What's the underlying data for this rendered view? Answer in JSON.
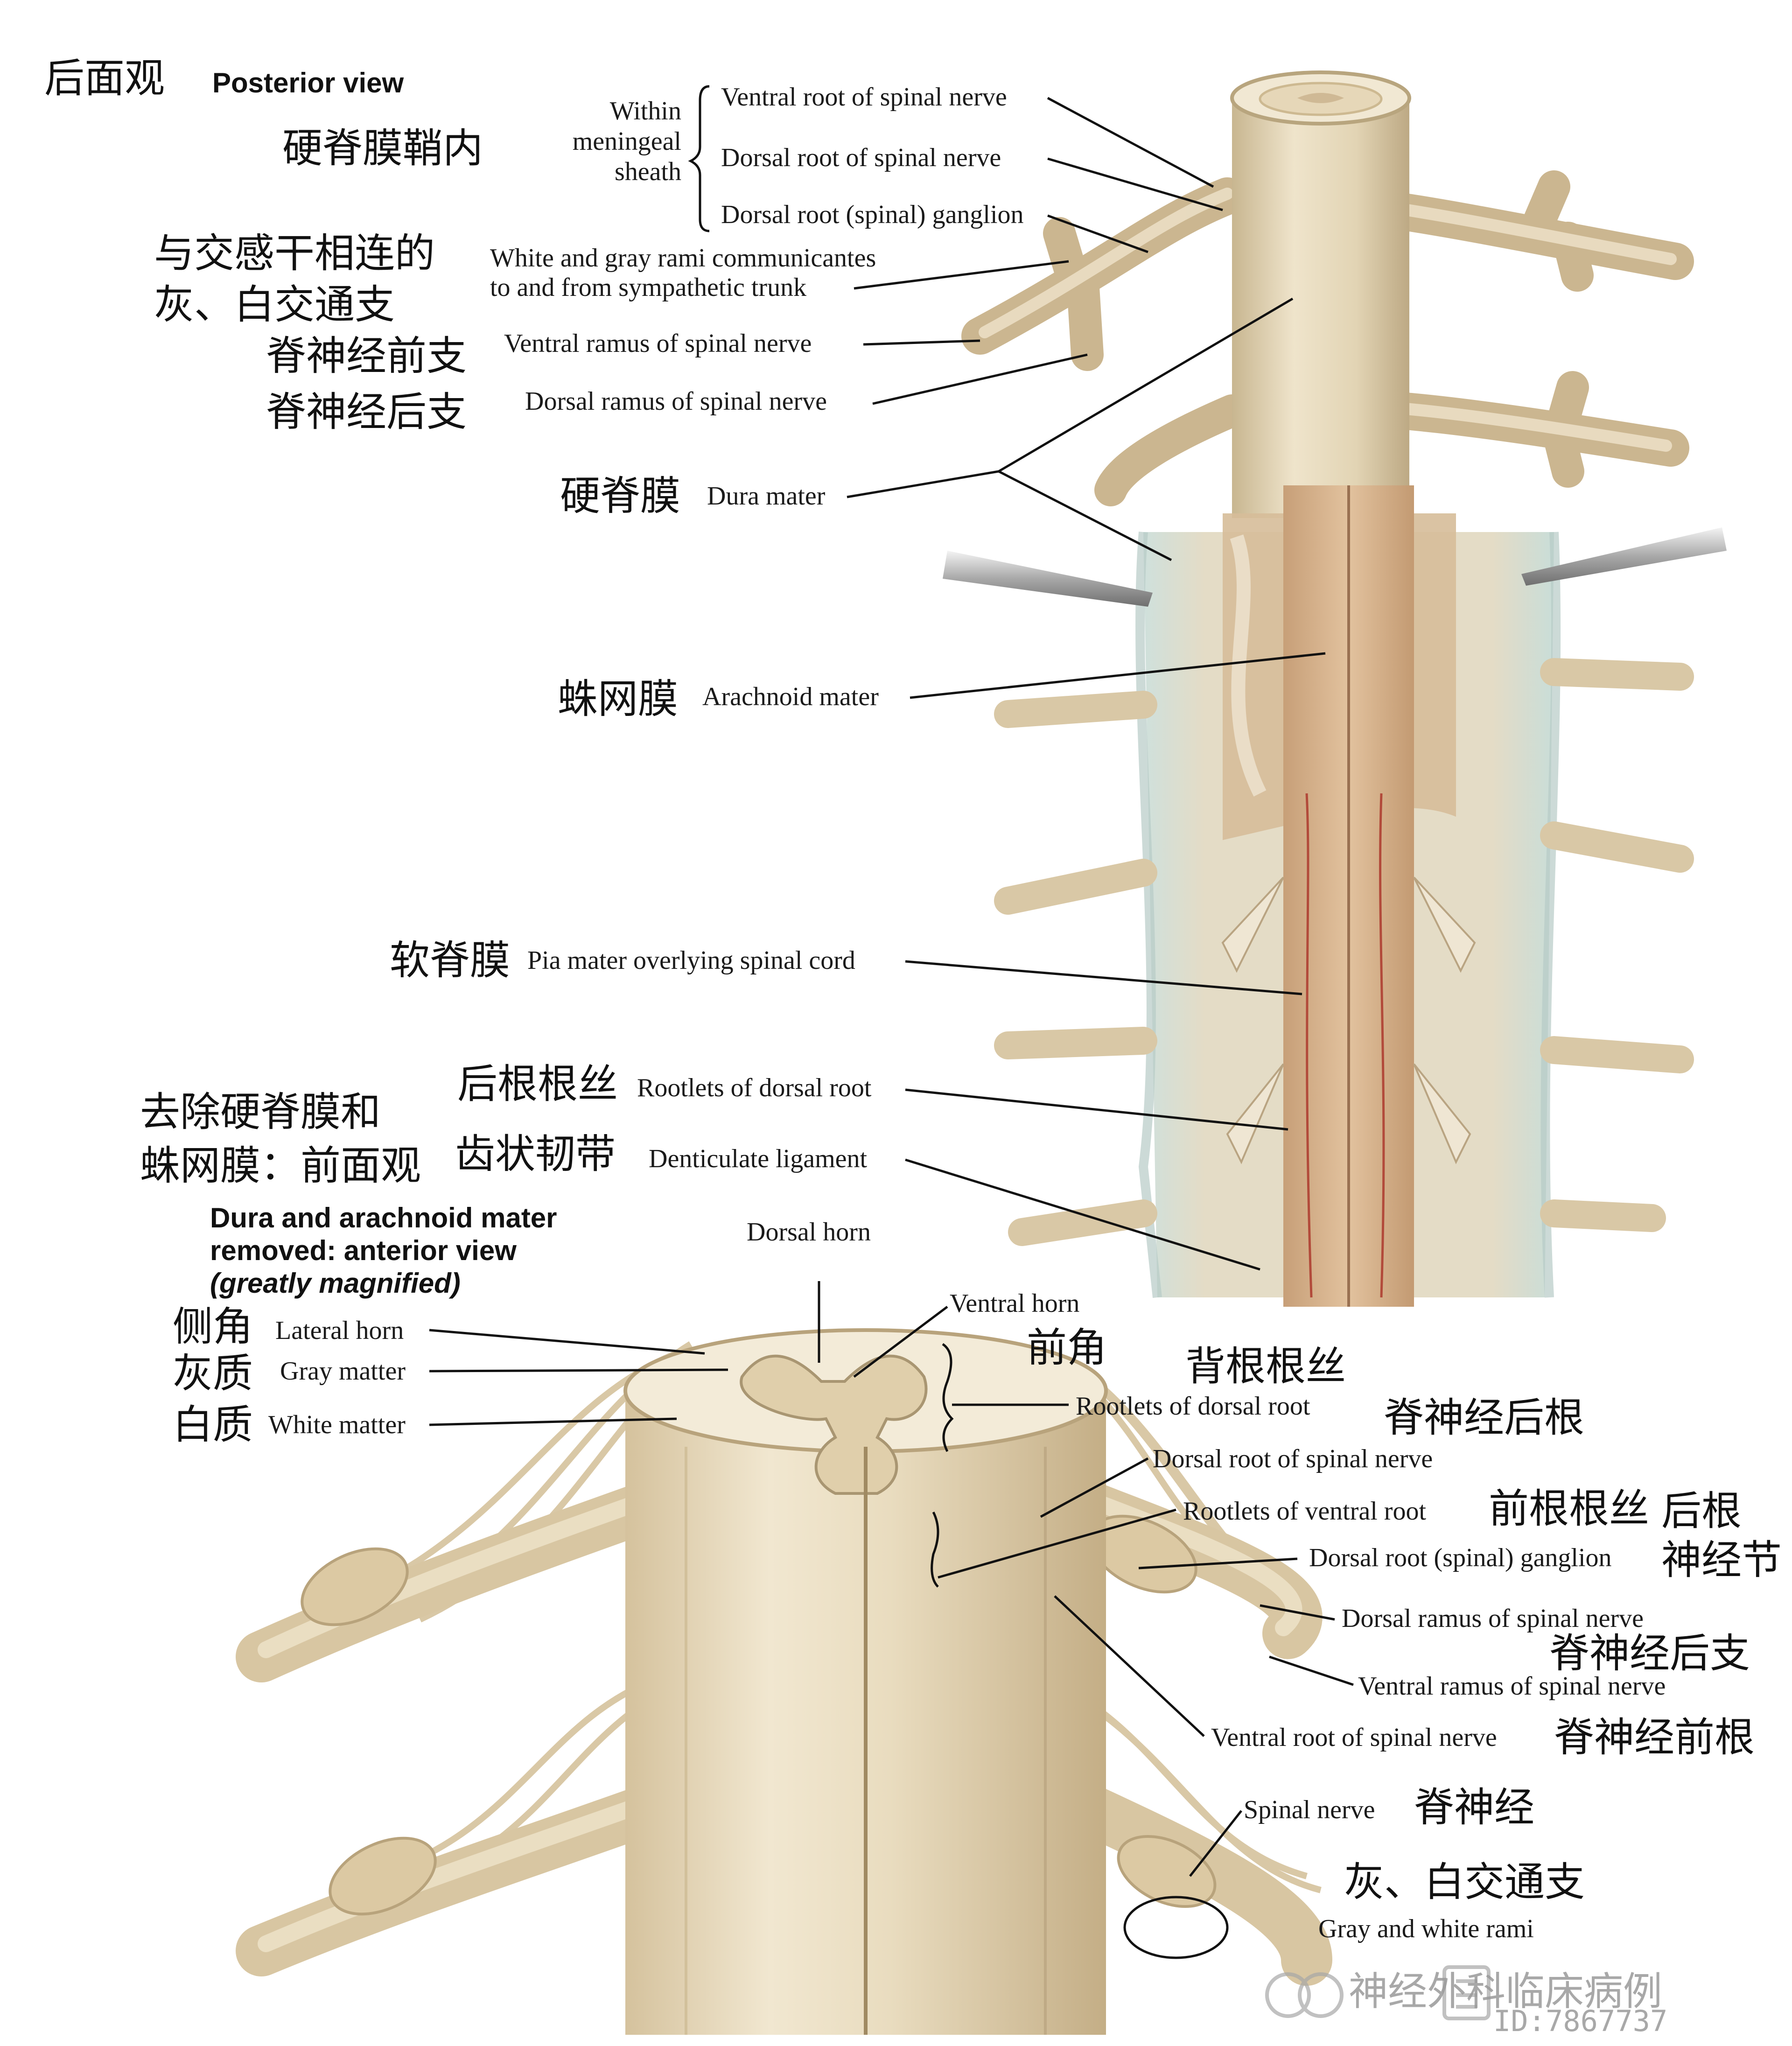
{
  "top": {
    "view_zh": "后面观",
    "view_en": "Posterior view",
    "sheath_zh": "硬脊膜鞘内",
    "sheath_en": [
      "Within",
      "meningeal",
      "sheath"
    ],
    "rami_zh_1": "与交感干相连的",
    "rami_zh_2": "灰、白交通支",
    "ventral_ramus_zh": "脊神经前支",
    "dorsal_ramus_zh": "脊神经后支",
    "dura_zh": "硬脊膜",
    "arachnoid_zh": "蛛网膜",
    "pia_zh": "软脊膜",
    "rootlets_zh": "后根根丝",
    "denticulate_zh": "齿状韧带",
    "labels": {
      "ventral_root": "Ventral root of spinal nerve",
      "dorsal_root": "Dorsal root of spinal nerve",
      "ganglion": "Dorsal root (spinal) ganglion",
      "rami_1": "White and gray rami communicantes",
      "rami_2": "to and from sympathetic trunk",
      "ventral_ramus": "Ventral ramus of spinal nerve",
      "dorsal_ramus": "Dorsal ramus of spinal nerve",
      "dura": "Dura mater",
      "arachnoid": "Arachnoid mater",
      "pia": "Pia mater overlying spinal cord",
      "rootlets": "Rootlets of dorsal root",
      "denticulate": "Denticulate ligament"
    }
  },
  "bottom": {
    "removed_zh_1": "去除硬脊膜和",
    "removed_zh_2": "蛛网膜：前面观",
    "removed_en_1": "Dura and arachnoid mater",
    "removed_en_2": "removed: anterior view",
    "removed_en_3": "(greatly magnified)",
    "lateral_horn_zh": "侧角",
    "gray_matter_zh": "灰质",
    "white_matter_zh": "白质",
    "ventral_horn_zh": "前角",
    "rootlets_dorsal_zh": "背根根丝",
    "dorsal_root_zh": "脊神经后根",
    "rootlets_ventral_zh": "前根根丝",
    "ganglion_zh_1": "后根",
    "ganglion_zh_2": "神经节",
    "dorsal_ramus_zh": "脊神经后支",
    "ventral_root_zh": "脊神经前根",
    "spinal_nerve_zh": "脊神经",
    "rami_zh": "灰、白交通支",
    "labels": {
      "dorsal_horn": "Dorsal horn",
      "ventral_horn": "Ventral horn",
      "lateral_horn": "Lateral horn",
      "gray_matter": "Gray matter",
      "white_matter": "White matter",
      "rootlets_dorsal": "Rootlets of dorsal root",
      "dorsal_root": "Dorsal root of spinal nerve",
      "rootlets_ventral": "Rootlets of ventral root",
      "ganglion": "Dorsal root (spinal) ganglion",
      "dorsal_ramus": "Dorsal ramus of spinal nerve",
      "ventral_ramus": "Ventral ramus of spinal nerve",
      "ventral_root": "Ventral root of spinal nerve",
      "spinal_nerve": "Spinal nerve",
      "gray_white_rami": "Gray and white rami"
    }
  },
  "watermark": {
    "text": "神经外科临床病例",
    "id": "ID:7867737"
  },
  "colors": {
    "bone": "#e8dcc0",
    "bone_shade": "#c9b691",
    "dura": "#ddd3bb",
    "arachnoid": "#b9d2cc",
    "cord": "#d6b38f",
    "vessel": "#b24a3a",
    "leader": "#111111"
  }
}
